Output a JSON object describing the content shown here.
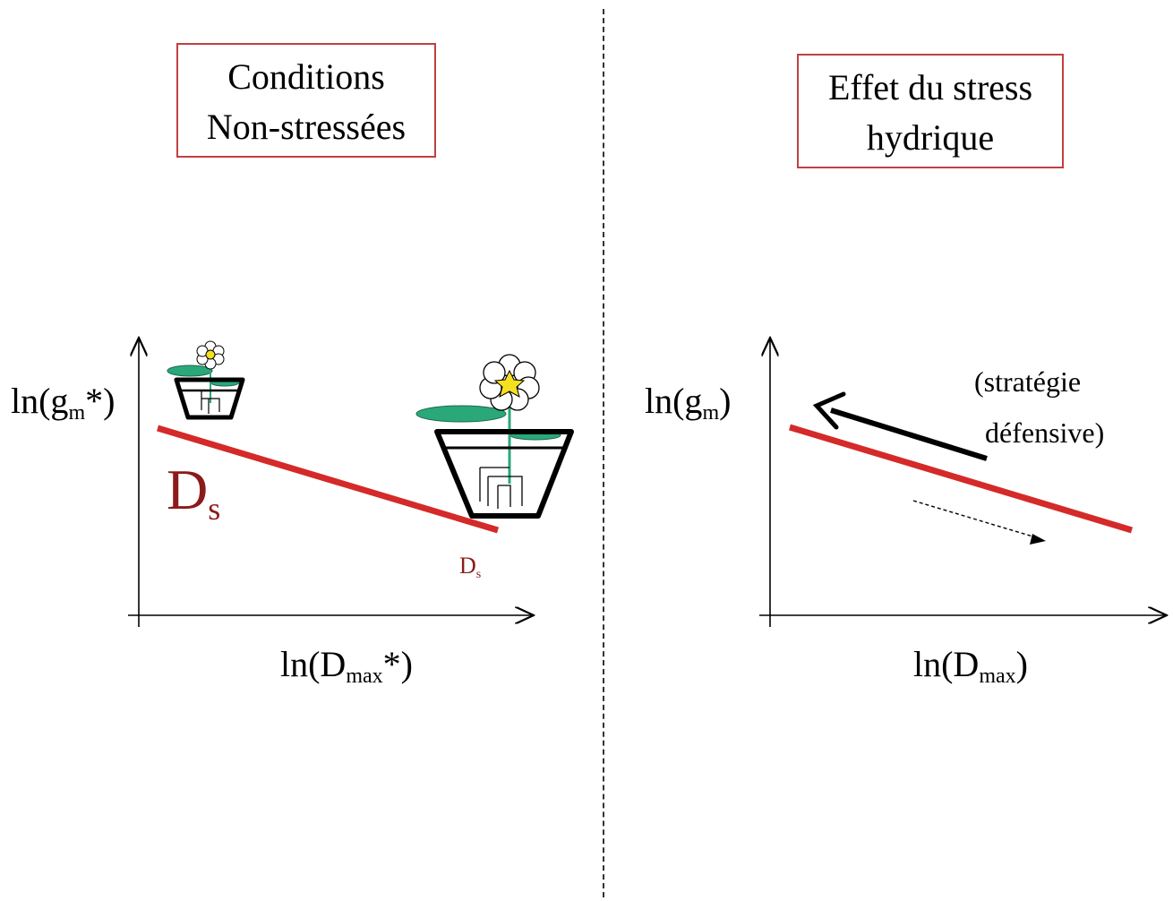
{
  "left_panel": {
    "title_line1": "Conditions",
    "title_line2": "Non-stressées",
    "y_label": {
      "base": "ln(g",
      "sub": "m",
      "tail": "*)"
    },
    "x_label": {
      "base": "ln(D",
      "sub": "max",
      "tail": "*)"
    },
    "big_ds": {
      "main": "D",
      "sub": "s"
    },
    "small_ds": {
      "main": "D",
      "sub": "s"
    }
  },
  "right_panel": {
    "title_line1": "Effet du stress",
    "title_line2": "hydrique",
    "y_label": {
      "base": "ln(g",
      "sub": "m",
      "tail": ")"
    },
    "x_label": {
      "base": "ln(D",
      "sub": "max",
      "tail": ")"
    },
    "annotation_line1": "(stratégie",
    "annotation_line2": "défensive)"
  },
  "colors": {
    "regression_line": "#d42a2a",
    "ds_label": "#8b1a1a",
    "box_border": "#c04040",
    "leaf": "#2aa87a",
    "flower_center": "#f5e020"
  }
}
